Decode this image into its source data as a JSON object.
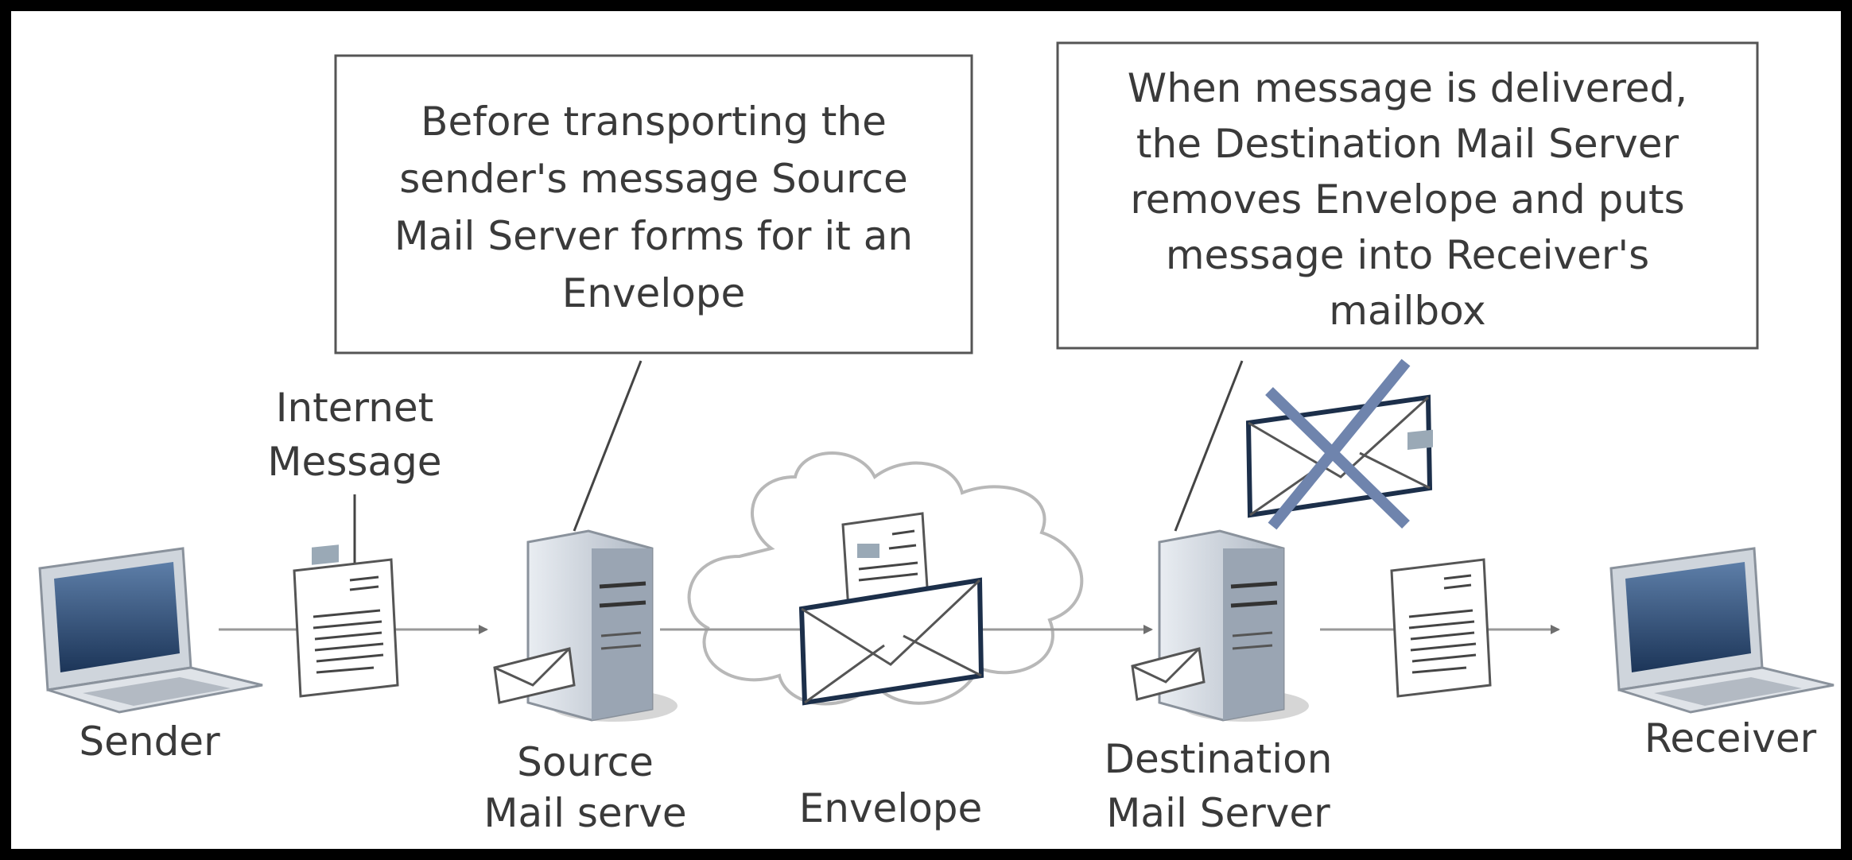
{
  "callouts": {
    "source": [
      "Before transporting the",
      "sender's message Source",
      "Mail Server forms for it an",
      "Envelope"
    ],
    "destination": [
      "When message is delivered,",
      "the Destination Mail Server",
      "removes Envelope and puts",
      "message into Receiver's",
      "mailbox"
    ]
  },
  "labels": {
    "internet_message": [
      "Internet",
      "Message"
    ],
    "sender": "Sender",
    "source_server": [
      "Source",
      "Mail serve"
    ],
    "envelope": "Envelope",
    "destination_server": [
      "Destination",
      "Mail Server"
    ],
    "receiver": "Receiver"
  },
  "colors": {
    "frame": "#000000",
    "background": "#ffffff",
    "line": "#999999",
    "arrow": "#6f6f6f",
    "cross": "#6f84ad",
    "screen": "#1f3f66",
    "server": "#c8cfd8"
  }
}
